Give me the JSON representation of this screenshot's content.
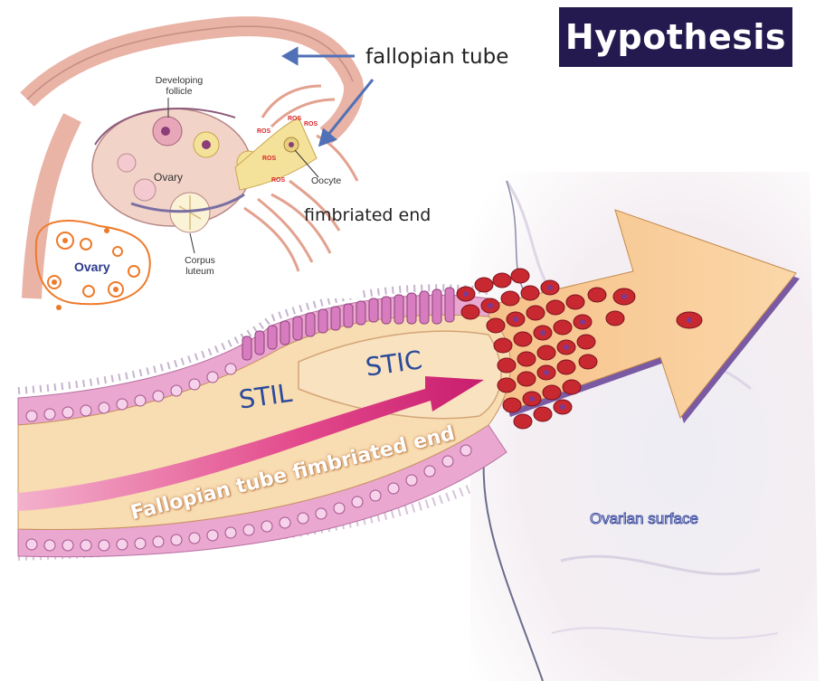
{
  "title": "Hypothesis",
  "labels": {
    "fallopian_tube": "fallopian tube",
    "fimbriated_end": "fimbriated end",
    "developing_follicle": "Developing follicle",
    "ovary_inner": "Ovary",
    "oocyte": "Oocyte",
    "corpus_luteum": "Corpus luteum",
    "ovary_small": "Ovary",
    "stil": "STIL",
    "stic": "STIC",
    "fallopian_tube_fimbriated_end": "Fallopian tube fimbriated end",
    "ovarian_surface": "Ovarian surface",
    "ros": "ROS"
  },
  "colors": {
    "title_bg": "#241a4f",
    "arrow_fill": "#f7c88e",
    "tube_fill": "#f8dcb2",
    "epithelium": "#e9a8d4",
    "tumor_cell": "#c8282f",
    "blue_arrow": "#5071b6"
  }
}
